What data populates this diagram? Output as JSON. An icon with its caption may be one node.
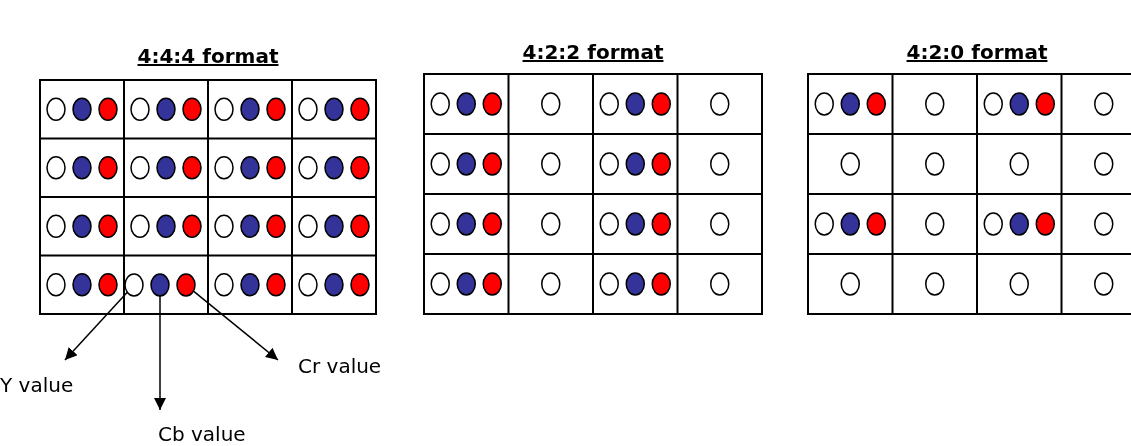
{
  "diagram": {
    "nodes": [
      {
        "text": [
          "Cr value"
        ]
      },
      {
        "text": [
          "Y value"
        ]
      },
      {
        "text": [
          "Cb value"
        ]
      },
      {
        "text": [],
        "shape": "circle"
      },
      {
        "text": [],
        "shape": "circle"
      },
      {
        "text": [],
        "shape": "circle"
      }
    ],
    "edges": [
      {
        "from": 3,
        "to": 1,
        "arrow": "to"
      },
      {
        "from": 4,
        "to": 2,
        "arrow": "to"
      },
      {
        "from": 5,
        "to": 0,
        "arrow": "to"
      }
    ],
    "labels": [
      "4:4:4 format",
      "4:2:2 format",
      "4:2:0 format"
    ]
  }
}
